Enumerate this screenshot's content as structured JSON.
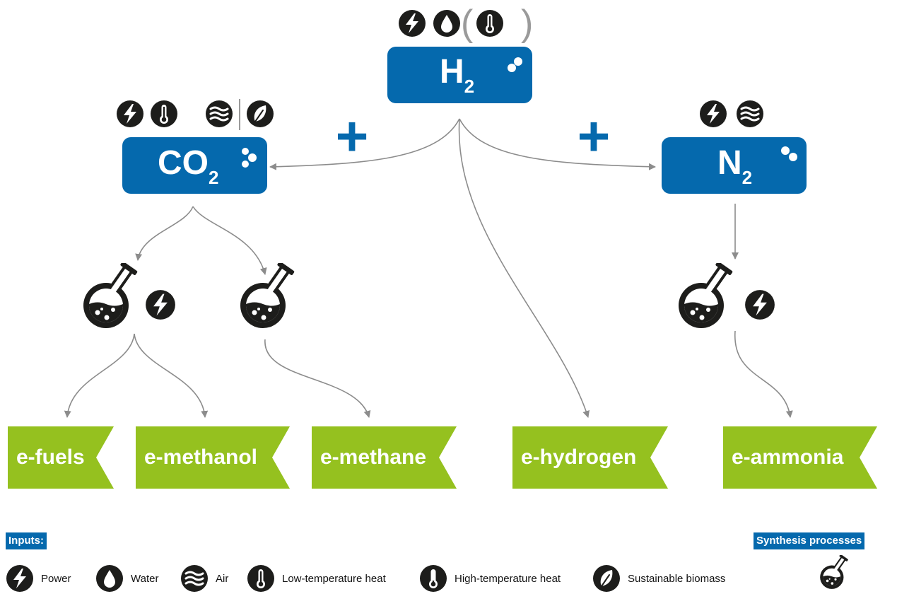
{
  "nodes": {
    "h2": {
      "formula": "H",
      "sub": "2"
    },
    "co2": {
      "formula": "CO",
      "sub": "2"
    },
    "n2": {
      "formula": "N",
      "sub": "2"
    }
  },
  "plus_signs": [
    "+",
    "+"
  ],
  "brackets": {
    "open": "(",
    "close": ")"
  },
  "products": [
    "e-fuels",
    "e-methanol",
    "e-methane",
    "e-hydrogen",
    "e-ammonia"
  ],
  "legend": {
    "inputs_title": "Inputs:",
    "synthesis_title": "Synthesis processes",
    "items": [
      {
        "icon": "power-icon",
        "label": "Power"
      },
      {
        "icon": "water-icon",
        "label": "Water"
      },
      {
        "icon": "air-icon",
        "label": "Air"
      },
      {
        "icon": "low-temperature-heat-icon",
        "label": "Low-temperature heat"
      },
      {
        "icon": "high-temperature-heat-icon",
        "label": "High-temperature heat"
      },
      {
        "icon": "sustainable-biomass-icon",
        "label": "Sustainable biomass"
      }
    ]
  },
  "colors": {
    "blue": "#0569ad",
    "green": "#95c11f",
    "icon": "#1d1d1b",
    "arrow": "#8c8c8c"
  }
}
